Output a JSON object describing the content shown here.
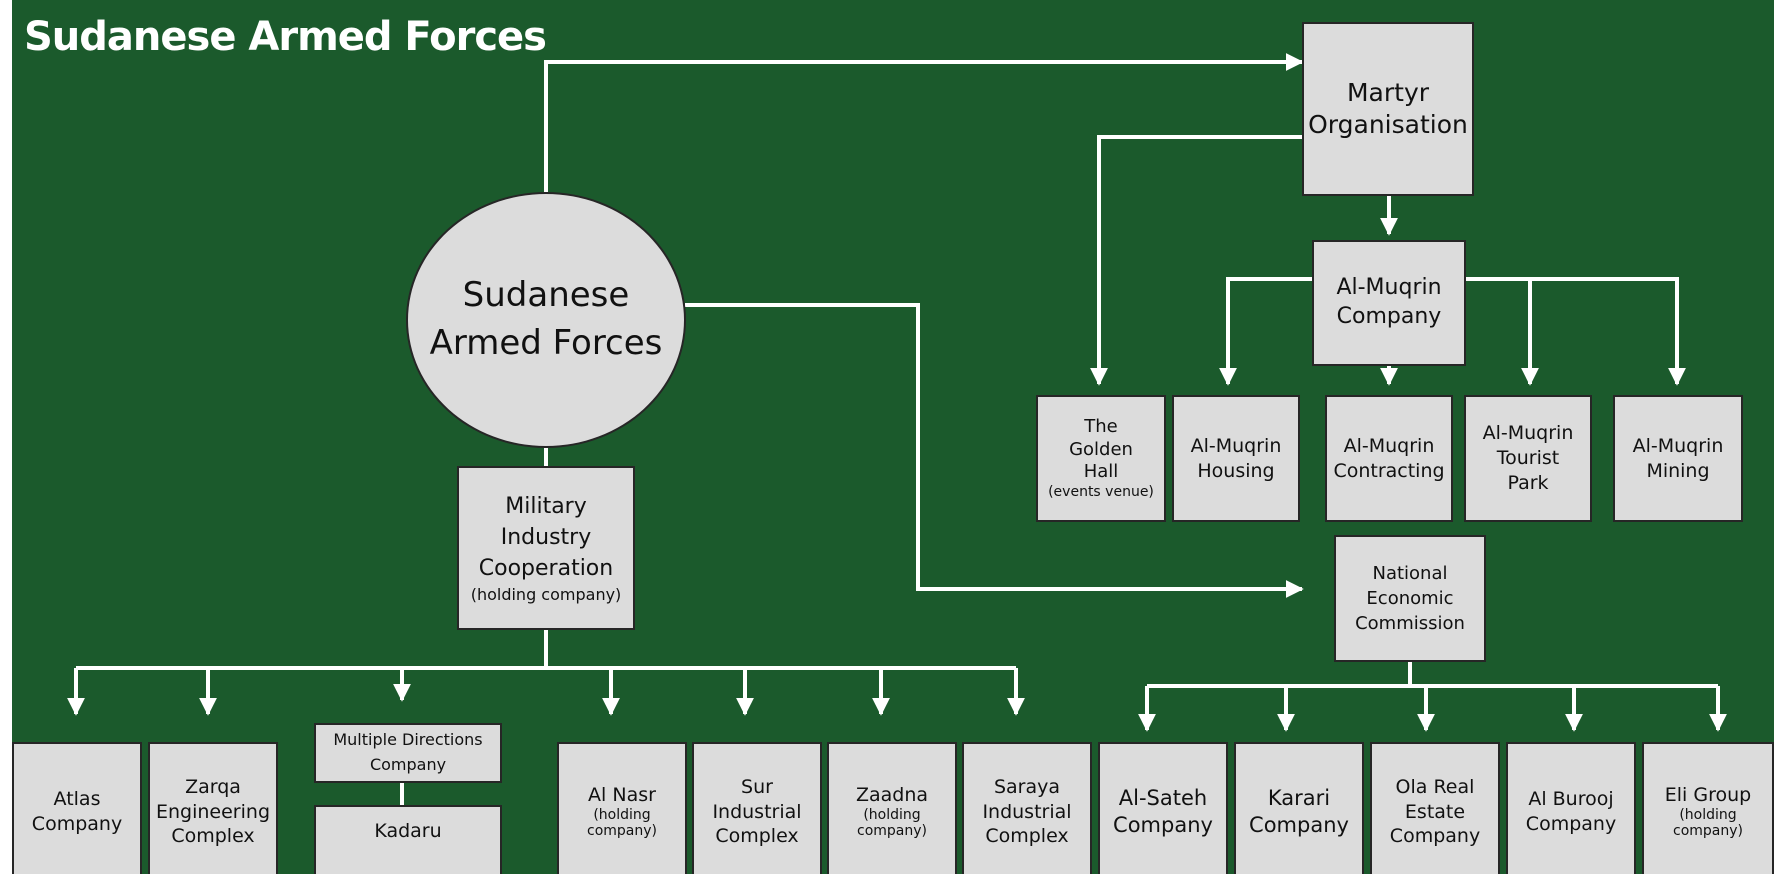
{
  "title": "Sudanese Armed Forces",
  "nodes": {
    "saf": {
      "line1": "Sudanese",
      "line2": "Armed Forces"
    },
    "martyr": {
      "line1": "Martyr",
      "line2": "Organisation"
    },
    "muqrin": {
      "line1": "Al-Muqrin",
      "line2": "Company"
    },
    "golden_hall": {
      "line1": "The",
      "line2": "Golden",
      "line3": "Hall",
      "note": "(events venue)"
    },
    "muqrin_housing": {
      "line1": "Al-Muqrin",
      "line2": "Housing"
    },
    "muqrin_contracting": {
      "line1": "Al-Muqrin",
      "line2": "Contracting"
    },
    "muqrin_tourist": {
      "line1": "Al-Muqrin",
      "line2": "Tourist",
      "line3": "Park"
    },
    "muqrin_mining": {
      "line1": "Al-Muqrin",
      "line2": "Mining"
    },
    "nec": {
      "line1": "National",
      "line2": "Economic",
      "line3": "Commission"
    },
    "mic": {
      "line1": "Military",
      "line2": "Industry",
      "line3": "Cooperation",
      "note": "(holding company)"
    },
    "atlas": {
      "line1": "Atlas",
      "line2": "Company"
    },
    "zarqa": {
      "line1": "Zarqa",
      "line2": "Engineering",
      "line3": "Complex"
    },
    "multiple": {
      "line1": "Multiple Directions",
      "line2": "Company"
    },
    "kadaru": {
      "line1": "Kadaru"
    },
    "alnasr": {
      "line1": "Al Nasr",
      "note1": "(holding",
      "note2": "company)"
    },
    "sur": {
      "line1": "Sur",
      "line2": "Industrial",
      "line3": "Complex"
    },
    "zaadna": {
      "line1": "Zaadna",
      "note1": "(holding",
      "note2": "company)"
    },
    "saraya": {
      "line1": "Saraya",
      "line2": "Industrial",
      "line3": "Complex"
    },
    "alsateh": {
      "line1": "Al-Sateh",
      "line2": "Company"
    },
    "karari": {
      "line1": "Karari",
      "line2": "Company"
    },
    "ola": {
      "line1": "Ola Real",
      "line2": "Estate",
      "line3": "Company"
    },
    "alburooj": {
      "line1": "Al Burooj",
      "line2": "Company"
    },
    "eli": {
      "line1": "Eli Group",
      "note1": "(holding",
      "note2": "company)"
    }
  },
  "colors": {
    "background": "#1b5a2c",
    "box_fill": "#dcdcdc",
    "box_border": "#262626",
    "connector": "#ffffff",
    "title": "#ffffff"
  }
}
